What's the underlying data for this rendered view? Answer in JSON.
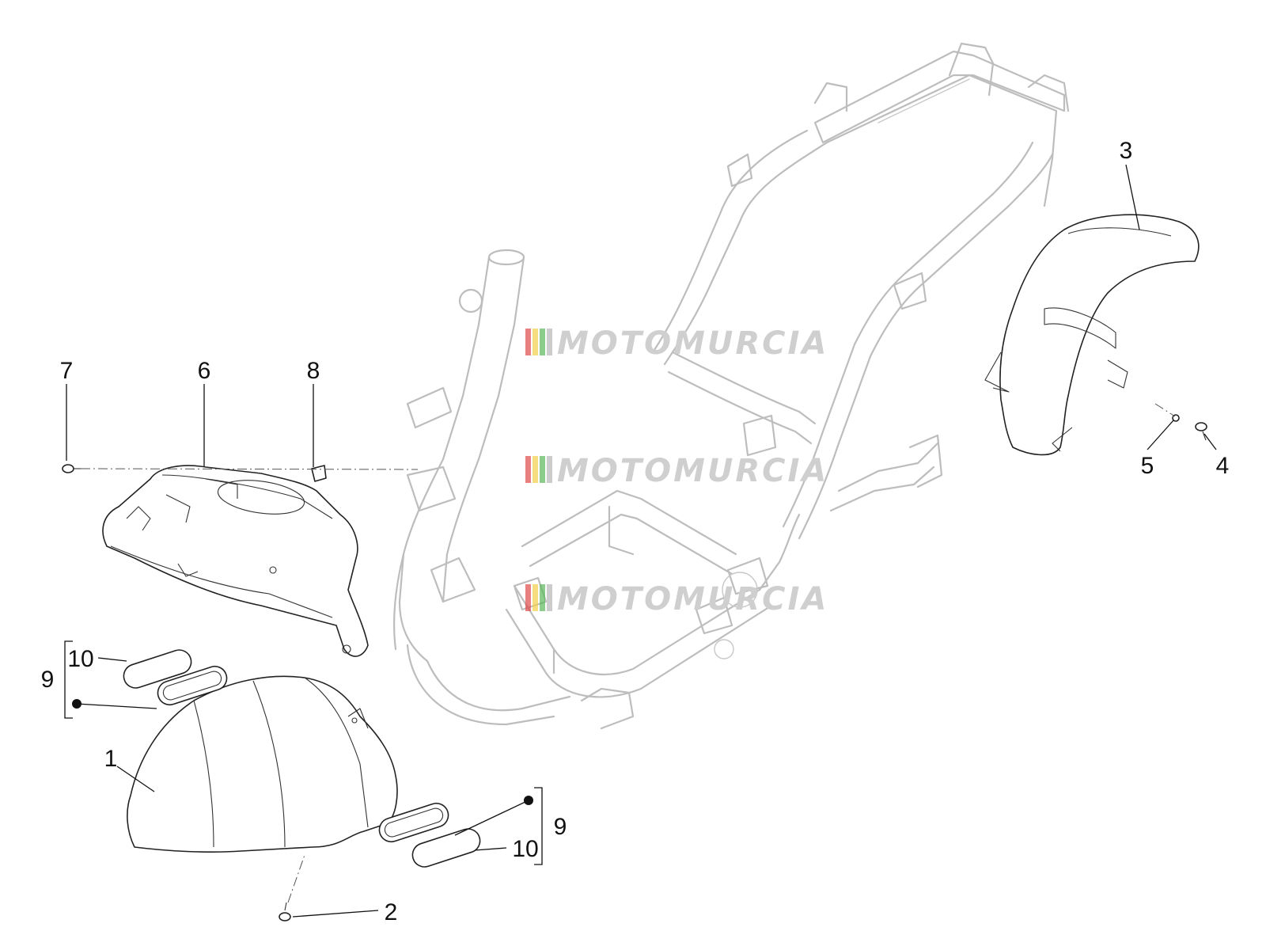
{
  "watermark": {
    "text": "MOTOMURCIA",
    "stripe_colors": [
      "#e04a4a",
      "#f2d04a",
      "#5bb85b",
      "#cccccc"
    ]
  },
  "callouts": {
    "c1": "1",
    "c2": "2",
    "c3": "3",
    "c4": "4",
    "c5": "5",
    "c6": "6",
    "c7": "7",
    "c8": "8",
    "c9_left": "9",
    "c10_left": "10",
    "c9_right": "9",
    "c10_right": "10"
  }
}
